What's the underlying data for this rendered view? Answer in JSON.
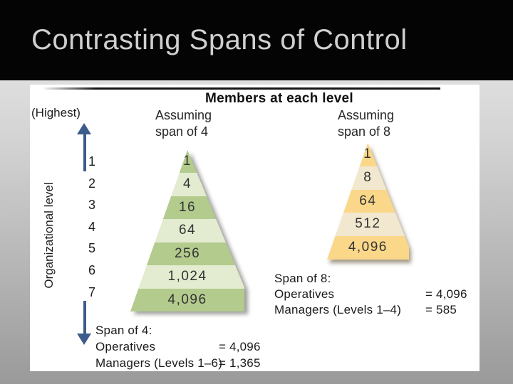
{
  "title": "Contrasting Spans of Control",
  "colors": {
    "title_text": "#cfcfcf",
    "banner_bg": "#040404",
    "arrow_blue": "#3c5d8b",
    "green_dark": "#b3cb8d",
    "green_light": "#e3ecd1",
    "yellow_dark": "#fbd78a",
    "yellow_light": "#f2e8d0"
  },
  "figure": {
    "heading": "Members at each level",
    "highest_label": "(Highest)",
    "axis_label": "Organizational level",
    "level_numbers": [
      "1",
      "2",
      "3",
      "4",
      "5",
      "6",
      "7"
    ],
    "left_pyramid": {
      "header_line1": "Assuming",
      "header_line2": "span of 4",
      "values": [
        "1",
        "4",
        "16",
        "64",
        "256",
        "1,024",
        "4,096"
      ]
    },
    "right_pyramid": {
      "header_line1": "Assuming",
      "header_line2": "span of 8",
      "values": [
        "1",
        "8",
        "64",
        "512",
        "4,096"
      ]
    },
    "span8_summary": {
      "title": "Span of 8:",
      "rows": [
        {
          "label": "Operatives",
          "value": "= 4,096"
        },
        {
          "label": "Managers (Levels 1–4)",
          "value": "= 585"
        }
      ]
    },
    "span4_summary": {
      "title": "Span of 4:",
      "rows": [
        {
          "label": "Operatives",
          "value": "= 4,096"
        },
        {
          "label": "Managers (Levels 1–6)",
          "value": "= 1,365"
        }
      ]
    }
  },
  "chart_data": {
    "type": "pyramid-comparison",
    "title": "Members at each level",
    "levels": [
      1,
      2,
      3,
      4,
      5,
      6,
      7
    ],
    "series": [
      {
        "name": "Assuming span of 4",
        "values": [
          1,
          4,
          16,
          64,
          256,
          1024,
          4096
        ],
        "operatives": 4096,
        "managers_levels": "1–6",
        "managers": 1365
      },
      {
        "name": "Assuming span of 8",
        "values": [
          1,
          8,
          64,
          512,
          4096
        ],
        "operatives": 4096,
        "managers_levels": "1–4",
        "managers": 585
      }
    ]
  }
}
